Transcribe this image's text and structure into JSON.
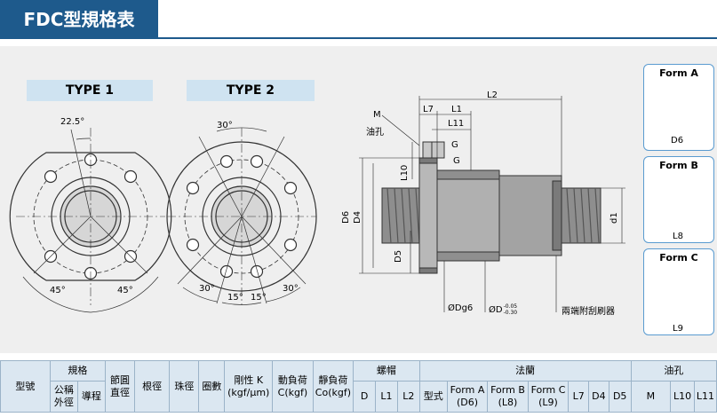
{
  "header": {
    "title": "FDC型規格表",
    "accent_color": "#1e5a8c"
  },
  "diagram": {
    "type1_label": "TYPE 1",
    "type2_label": "TYPE 2",
    "type1_angles": [
      "22.5°",
      "45°",
      "45°"
    ],
    "type2_angles": [
      "30°",
      "30°",
      "15°",
      "15°",
      "30°"
    ],
    "side_view": {
      "labels": {
        "m": "M",
        "oil_hole": "油孔",
        "l7": "L7",
        "l1": "L1",
        "l11": "L11",
        "l2": "L2",
        "g1": "G",
        "g2": "G",
        "l10": "L10",
        "d6": "D6",
        "d4": "D4",
        "d5": "D5",
        "d1": "d1",
        "dg6": "ØDg6",
        "d": "ØD",
        "tol_upper": "-0.05",
        "tol_lower": "-0.30",
        "wiper": "兩端附刮刷器"
      }
    },
    "forms": [
      {
        "title": "Form A",
        "dim": "D6"
      },
      {
        "title": "Form B",
        "dim": "L8"
      },
      {
        "title": "Form C",
        "dim": "L9"
      }
    ]
  },
  "table": {
    "model": "型號",
    "spec": "規格",
    "nominal_diameter": [
      "公稱",
      "外徑"
    ],
    "lead": "導程",
    "pitch_diameter": [
      "節圓",
      "直徑"
    ],
    "root_diameter": "根徑",
    "ball_diameter": "珠徑",
    "turns": "圈數",
    "stiffness": [
      "剛性 K",
      "(kgf/μm)"
    ],
    "dynamic_load": [
      "動負荷",
      "C(kgf)"
    ],
    "static_load": [
      "靜負荷",
      "Co(kgf)"
    ],
    "nut": "螺帽",
    "nut_cols": [
      "D",
      "L1",
      "L2"
    ],
    "flange": "法蘭",
    "flange_type": "型式",
    "form_a": [
      "Form A",
      "(D6)"
    ],
    "form_b": [
      "Form B",
      "(L8)"
    ],
    "form_c": [
      "Form C",
      "(L9)"
    ],
    "flange_cols": [
      "L7",
      "D4",
      "D5"
    ],
    "oil_hole": "油孔",
    "oil_cols": [
      "M",
      "L10",
      "L11"
    ]
  }
}
